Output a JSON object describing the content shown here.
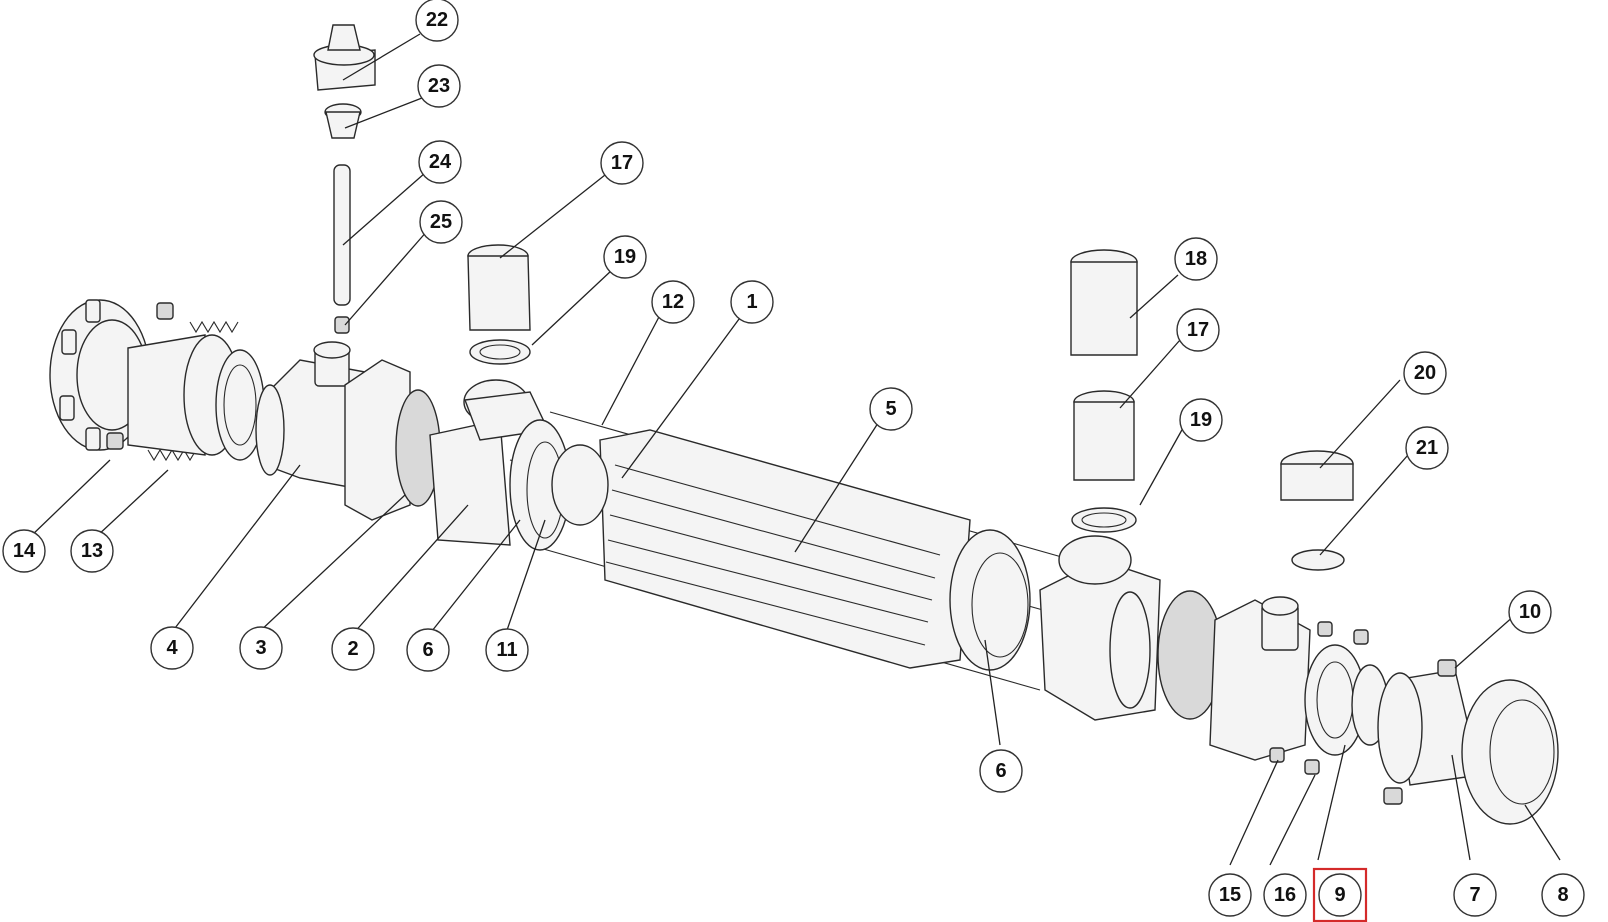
{
  "callouts": [
    {
      "label": "22"
    },
    {
      "label": "23"
    },
    {
      "label": "24"
    },
    {
      "label": "25"
    },
    {
      "label": "17"
    },
    {
      "label": "19"
    },
    {
      "label": "12"
    },
    {
      "label": "1"
    },
    {
      "label": "5"
    },
    {
      "label": "18"
    },
    {
      "label": "17"
    },
    {
      "label": "19"
    },
    {
      "label": "20"
    },
    {
      "label": "21"
    },
    {
      "label": "10"
    },
    {
      "label": "14"
    },
    {
      "label": "13"
    },
    {
      "label": "4"
    },
    {
      "label": "3"
    },
    {
      "label": "2"
    },
    {
      "label": "6"
    },
    {
      "label": "11"
    },
    {
      "label": "6"
    },
    {
      "label": "15"
    },
    {
      "label": "16"
    },
    {
      "label": "9"
    },
    {
      "label": "7"
    },
    {
      "label": "8"
    }
  ],
  "highlighted_callout": "9",
  "colors": {
    "highlight": "#d42a2a",
    "line": "#2a2a2a"
  }
}
